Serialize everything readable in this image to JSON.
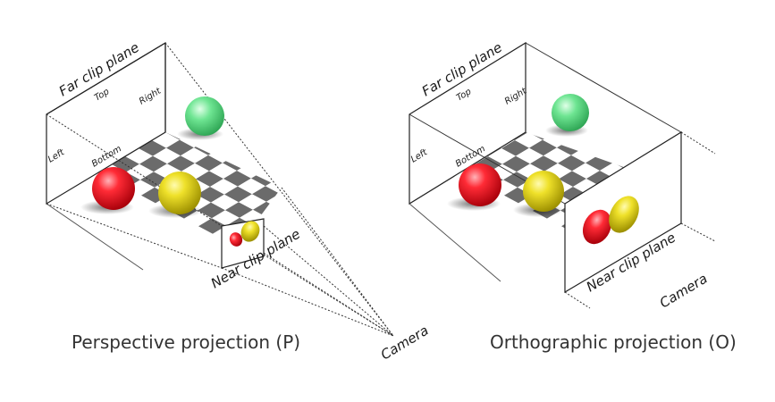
{
  "perspective": {
    "caption": "Perspective projection (P)",
    "far_clip_label": "Far clip plane",
    "near_clip_label": "Near clip plane",
    "top_label": "Top",
    "right_label": "Right",
    "left_label": "Left",
    "bottom_label": "Bottom",
    "camera_label": "Camera"
  },
  "orthographic": {
    "caption": "Orthographic projection (O)",
    "far_clip_label": "Far clip plane",
    "near_clip_label": "Near clip plane",
    "top_label": "Top",
    "right_label": "Right",
    "left_label": "Left",
    "bottom_label": "Bottom",
    "camera_label": "Camera"
  },
  "colors": {
    "sphere_red": "#e0101e",
    "sphere_yellow": "#e3d71c",
    "sphere_green": "#4fd97a",
    "checker_dark": "#6b6b6b",
    "checker_light": "#ffffff"
  }
}
